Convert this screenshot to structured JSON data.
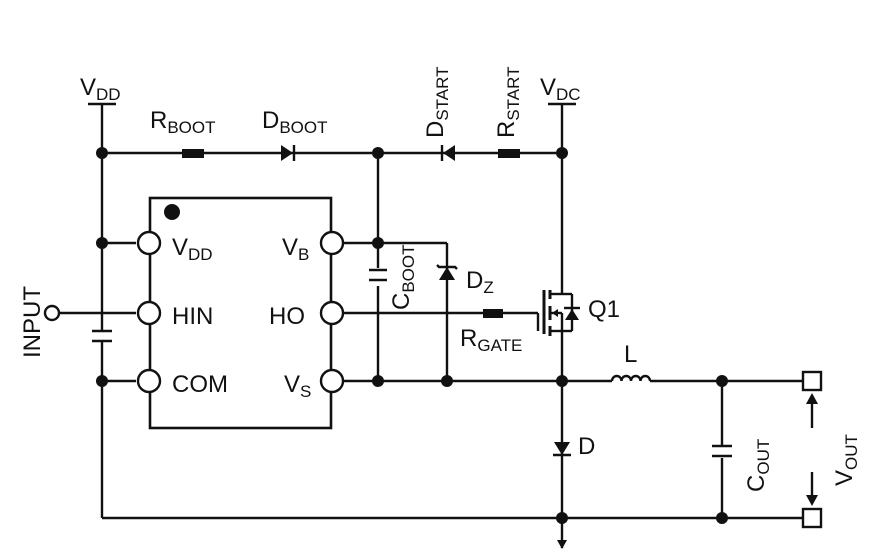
{
  "labels": {
    "vdd_main": {
      "main": "V",
      "sub": "DD"
    },
    "vdc": {
      "main": "V",
      "sub": "DC"
    },
    "rboot": {
      "main": "R",
      "sub": "BOOT"
    },
    "dboot": {
      "main": "D",
      "sub": "BOOT"
    },
    "dstart": {
      "main": "D",
      "sub": "START"
    },
    "rstart": {
      "main": "R",
      "sub": "START"
    },
    "input": "INPUT",
    "pin_vdd": {
      "main": "V",
      "sub": "DD"
    },
    "pin_hin": "HIN",
    "pin_com": "COM",
    "pin_vb": {
      "main": "V",
      "sub": "B"
    },
    "pin_ho": "HO",
    "pin_vs": {
      "main": "V",
      "sub": "S"
    },
    "cboot": {
      "main": "C",
      "sub": "BOOT"
    },
    "dz": {
      "main": "D",
      "sub": "Z"
    },
    "rgate": {
      "main": "R",
      "sub": "GATE"
    },
    "q1": "Q1",
    "inductor": "L",
    "diode": "D",
    "cout": {
      "main": "C",
      "sub": "OUT"
    },
    "vout": {
      "main": "V",
      "sub": "OUT"
    }
  },
  "colors": {
    "ink": "#111111",
    "background": "#ffffff"
  }
}
